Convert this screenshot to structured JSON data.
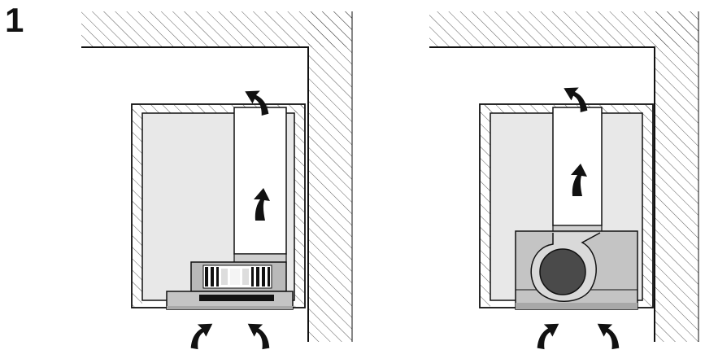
{
  "step": {
    "number": "1"
  },
  "panels": [
    {
      "id": "left",
      "fan_type": "axial-fan"
    },
    {
      "id": "right",
      "fan_type": "centrifugal-blower"
    }
  ],
  "colors": {
    "line": "#111111",
    "cabinet_fill": "#e8e8e8",
    "duct_fill": "#ffffff",
    "hood_fill": "#c4c4c4",
    "fan_dark": "#4a4a4a",
    "fan_black": "#111111"
  }
}
